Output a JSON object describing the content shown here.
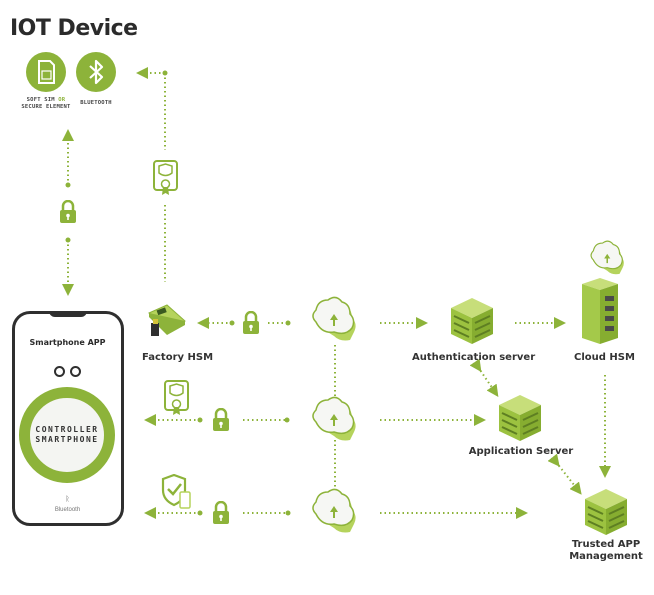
{
  "title": "IOT Device",
  "colors": {
    "accent": "#8db33a",
    "accent_light": "#b5d35c",
    "accent_dark": "#6e8f2a",
    "text": "#2b2b2b",
    "phone_frame": "#2f2f2f"
  },
  "iot_device": {
    "sim_label_line1": "SOFT SIM",
    "sim_label_or": "OR",
    "sim_label_line2": "SECURE ELEMENT",
    "bluetooth_label": "BLUETOOTH"
  },
  "smartphone": {
    "title": "Smartphone APP",
    "os_icons": [
      "android-icon",
      "apple-icon"
    ],
    "ring_line1": "CONTROLLER",
    "ring_line2": "SMARTPHONE",
    "bluetooth_glyph": "ᚱ",
    "bluetooth_label": "Bluetooth"
  },
  "nodes": {
    "factory_hsm": "Factory HSM",
    "authentication_server": "Authentication server",
    "cloud_hsm": "Cloud HSM",
    "application_server": "Application Server",
    "trusted_app_line1": "Trusted APP",
    "trusted_app_line2": "Management"
  },
  "icons": {
    "sim": "sim-card-icon",
    "bluetooth": "bluetooth-icon",
    "lock": "padlock-icon",
    "certificate": "certificate-icon",
    "shield_check": "shield-check-icon",
    "cloud": "cloud-upload-icon",
    "server": "server-icon",
    "payment_terminal": "payment-terminal-icon"
  }
}
